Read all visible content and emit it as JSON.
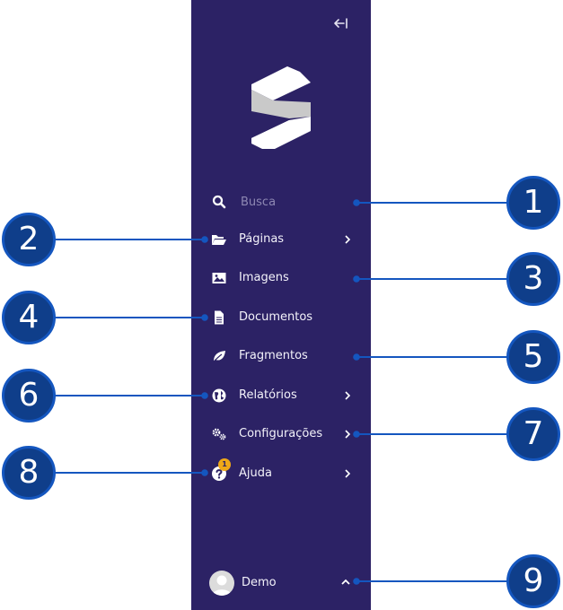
{
  "sidebar": {
    "search_placeholder": "Busca",
    "items": [
      {
        "label": "Páginas",
        "icon": "folder-open-icon",
        "has_submenu": true
      },
      {
        "label": "Imagens",
        "icon": "image-icon",
        "has_submenu": false
      },
      {
        "label": "Documentos",
        "icon": "document-icon",
        "has_submenu": false
      },
      {
        "label": "Fragmentos",
        "icon": "leaf-icon",
        "has_submenu": false
      },
      {
        "label": "Relatórios",
        "icon": "globe-icon",
        "has_submenu": true
      },
      {
        "label": "Configurações",
        "icon": "cogs-icon",
        "has_submenu": true
      },
      {
        "label": "Ajuda",
        "icon": "help-icon",
        "has_submenu": true,
        "badge": "1"
      }
    ],
    "user": {
      "name": "Demo"
    }
  },
  "callouts": [
    "1",
    "2",
    "3",
    "4",
    "5",
    "6",
    "7",
    "8",
    "9"
  ],
  "colors": {
    "sidebar_bg": "#2c2265",
    "callout_fill": "#0f3e8a",
    "callout_border": "#1456bf",
    "badge": "#f0a818"
  }
}
